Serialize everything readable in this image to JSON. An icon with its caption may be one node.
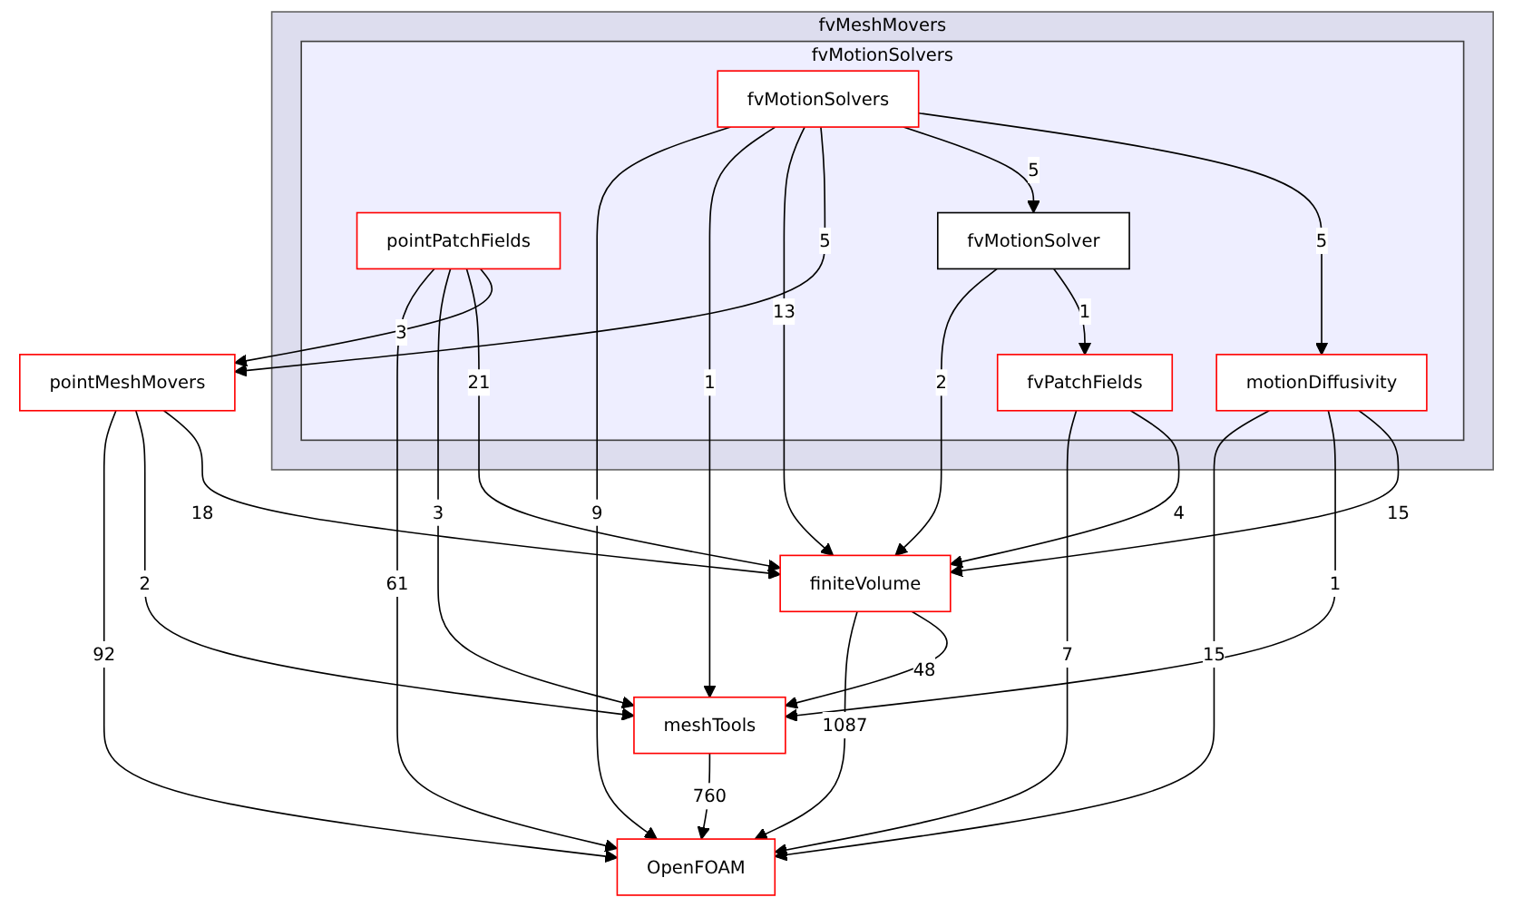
{
  "diagram": {
    "nodes": [
      {
        "text": [
          "fvMeshMovers"
        ]
      },
      {
        "text": [
          "fvMotionSolvers"
        ],
        "in": 0
      },
      {
        "text": [
          "fvMotionSolvers"
        ],
        "in": 1
      },
      {
        "text": [
          "pointPatchFields"
        ],
        "in": 1
      },
      {
        "text": [
          "motionDiffusivity"
        ],
        "in": 1
      },
      {
        "text": [
          "fvMotionSolver"
        ],
        "in": 1
      },
      {
        "text": [
          "fvPatchFields"
        ],
        "in": 1
      },
      {
        "text": [
          "pointMeshMovers"
        ]
      },
      {
        "text": [
          "finiteVolume"
        ]
      },
      {
        "text": [
          "meshTools"
        ]
      },
      {
        "text": [
          "OpenFOAM"
        ]
      }
    ],
    "edges": [
      {
        "from": 2,
        "to": 4,
        "arrow": "to",
        "label": "5"
      },
      {
        "from": 2,
        "to": 5,
        "arrow": "to",
        "label": "5"
      },
      {
        "from": 2,
        "to": 7,
        "arrow": "to",
        "label": "5"
      },
      {
        "from": 2,
        "to": 8,
        "arrow": "to",
        "label": "13"
      },
      {
        "from": 2,
        "to": 9,
        "arrow": "to",
        "label": "1"
      },
      {
        "from": 2,
        "to": 10,
        "arrow": "to",
        "label": "9"
      },
      {
        "from": 3,
        "to": 7,
        "arrow": "to",
        "label": "3"
      },
      {
        "from": 3,
        "to": 8,
        "arrow": "to",
        "label": "21"
      },
      {
        "from": 3,
        "to": 9,
        "arrow": "to",
        "label": "3"
      },
      {
        "from": 3,
        "to": 10,
        "arrow": "to",
        "label": "61"
      },
      {
        "from": 4,
        "to": 8,
        "arrow": "to",
        "label": "15"
      },
      {
        "from": 4,
        "to": 9,
        "arrow": "to",
        "label": "1"
      },
      {
        "from": 4,
        "to": 10,
        "arrow": "to",
        "label": "15"
      },
      {
        "from": 5,
        "to": 6,
        "arrow": "to",
        "label": "1"
      },
      {
        "from": 5,
        "to": 8,
        "arrow": "to",
        "label": "2"
      },
      {
        "from": 6,
        "to": 8,
        "arrow": "to",
        "label": "4"
      },
      {
        "from": 6,
        "to": 10,
        "arrow": "to",
        "label": "7"
      },
      {
        "from": 7,
        "to": 8,
        "arrow": "to",
        "label": "18"
      },
      {
        "from": 7,
        "to": 9,
        "arrow": "to",
        "label": "2"
      },
      {
        "from": 7,
        "to": 10,
        "arrow": "to",
        "label": "92"
      },
      {
        "from": 8,
        "to": 9,
        "arrow": "to",
        "label": "48"
      },
      {
        "from": 8,
        "to": 10,
        "arrow": "to",
        "label": "1087"
      },
      {
        "from": 9,
        "to": 10,
        "arrow": "to",
        "label": "760"
      }
    ]
  }
}
